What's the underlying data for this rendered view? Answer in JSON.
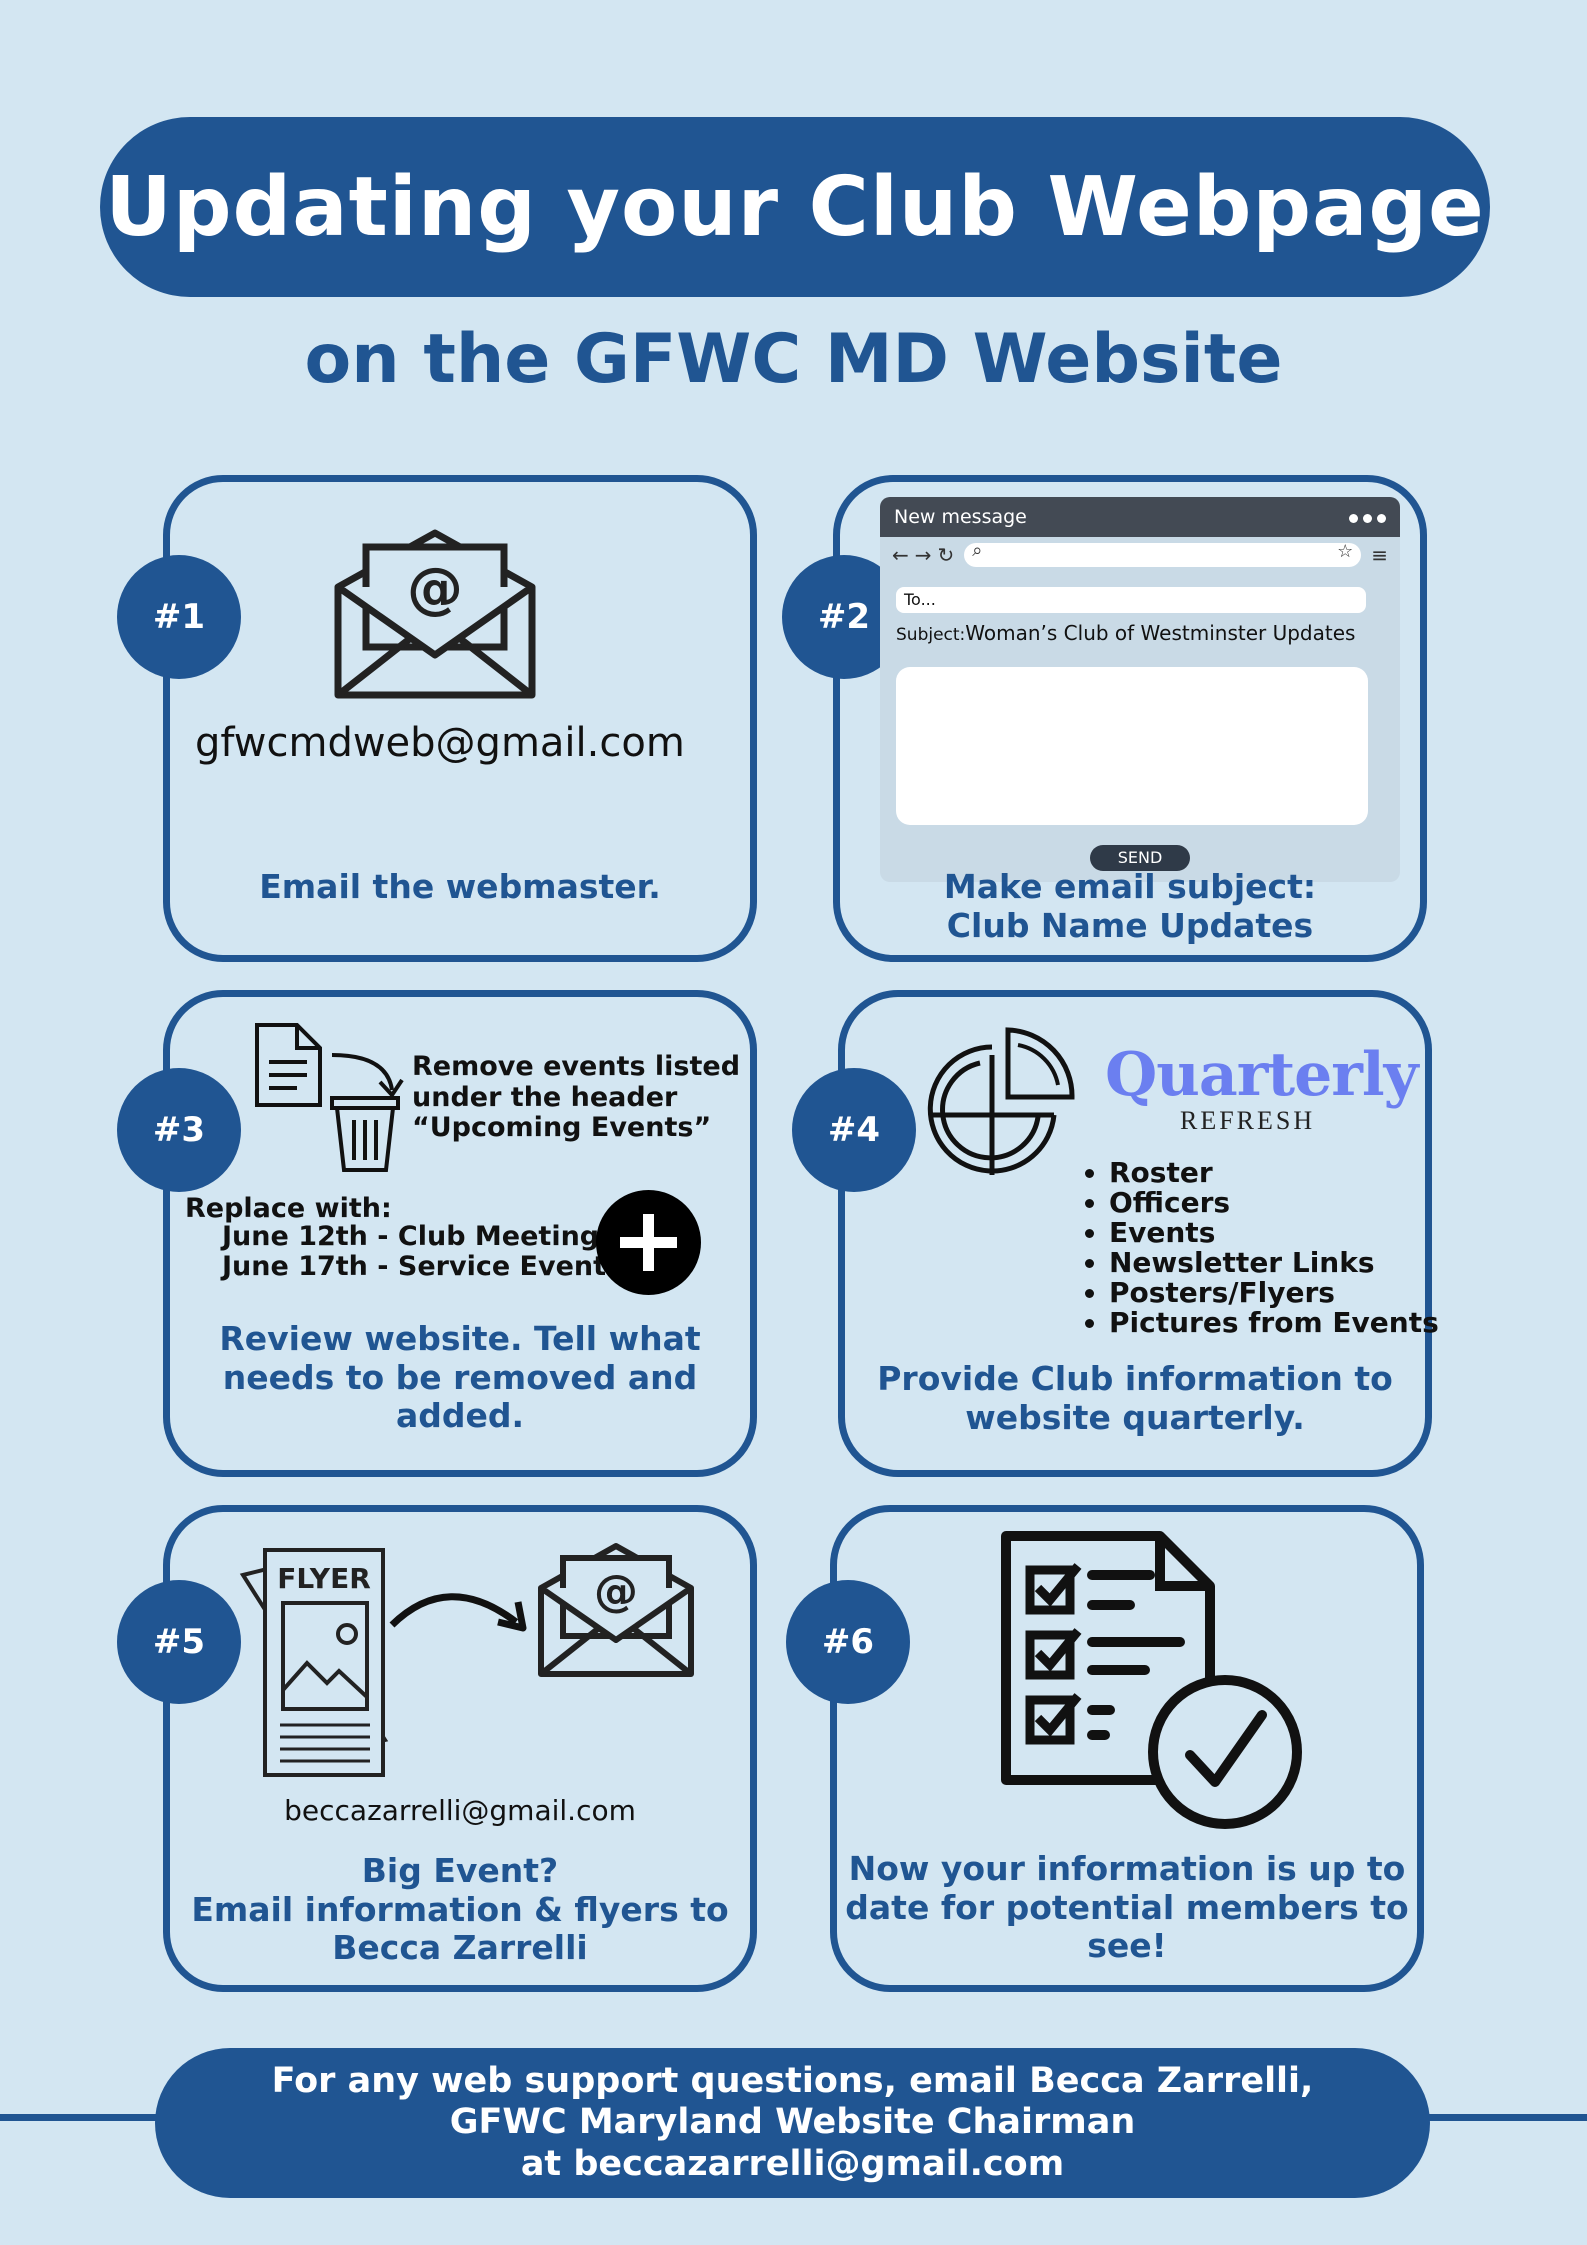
{
  "title": "Updating your Club Webpage",
  "subtitle": "on the GFWC MD Website",
  "colors": {
    "primary": "#205592",
    "background": "#d3e6f2",
    "quarterly": "#6b7ff0"
  },
  "steps": [
    {
      "badge": "#1",
      "icon": "open-envelope-at-icon",
      "email": "gfwcmdweb@gmail.com",
      "caption": [
        "Email the webmaster."
      ]
    },
    {
      "badge": "#2",
      "mock": {
        "window_title": "New message",
        "to_placeholder": "To...",
        "subject_label": "Subject:",
        "subject_value": "Woman’s Club of Westminster Updates",
        "send": "SEND"
      },
      "caption": [
        "Make email subject:",
        "Club Name Updates"
      ]
    },
    {
      "badge": "#3",
      "instruction": [
        "Remove events listed",
        "under the header",
        "“Upcoming Events”"
      ],
      "replace_label": "Replace with:",
      "replace_items": [
        "June 12th - Club Meeting",
        "June 17th - Service Event"
      ],
      "caption": [
        "Review website. Tell what",
        "needs to be removed and",
        "added."
      ]
    },
    {
      "badge": "#4",
      "brand": "Quarterly",
      "brand_sub": "REFRESH",
      "items": [
        "Roster",
        "Officers",
        "Events",
        "Newsletter Links",
        "Posters/Flyers",
        "Pictures from Events"
      ],
      "caption": [
        "Provide Club information to",
        "website quarterly."
      ]
    },
    {
      "badge": "#5",
      "flyer_label": "FLYER",
      "email": "beccazarrelli@gmail.com",
      "caption": [
        "Big Event?",
        "Email information & flyers to",
        "Becca Zarrelli"
      ]
    },
    {
      "badge": "#6",
      "icon": "checklist-approved-icon",
      "caption": [
        "Now your information is up to",
        "date for potential members to",
        "see!"
      ]
    }
  ],
  "footer": [
    "For any web support questions, email Becca Zarrelli,",
    "GFWC Maryland Website Chairman",
    "at beccazarrelli@gmail.com"
  ]
}
